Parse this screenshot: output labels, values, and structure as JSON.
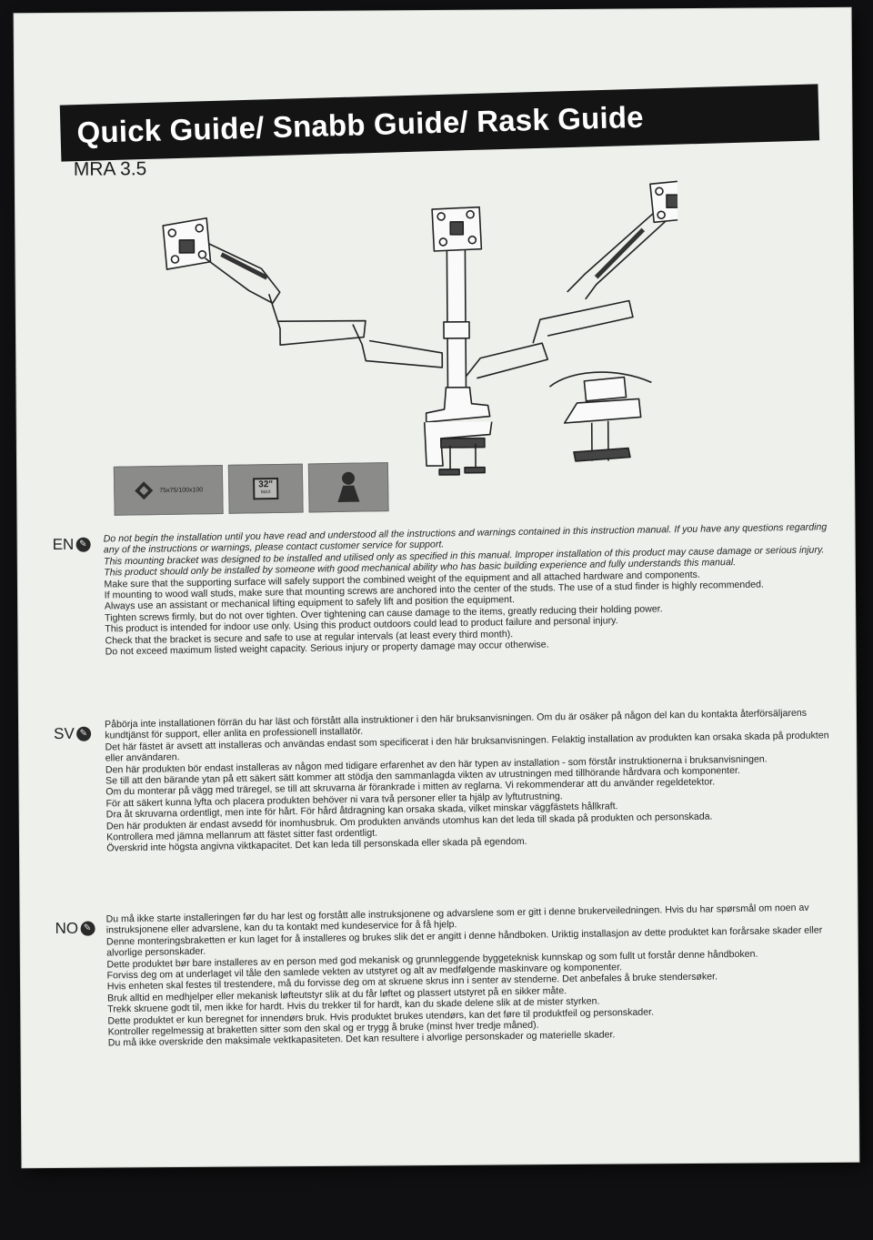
{
  "document": {
    "title": "Quick Guide/ Snabb Guide/ Rask Guide",
    "model": "MRA 3.5"
  },
  "specs": {
    "vesa": "75x75/100x100",
    "screen_size": "32\"",
    "screen_size_note": "MAX"
  },
  "sections": {
    "en": {
      "code": "EN",
      "lines": [
        "Do not begin the installation until you have read and understood all the instructions and warnings contained in this instruction manual. If you have any questions regarding any of the instructions or warnings, please contact customer service for support.",
        "This mounting bracket was designed to be installed and utilised only as specified in this manual. Improper installation of this product may cause damage or serious injury.",
        "This product should only be installed by someone with good mechanical ability who has basic building experience and fully understands this manual.",
        "Make sure that the supporting surface will safely support the combined weight of the equipment and all attached hardware and components.",
        "If mounting to wood wall studs, make sure that mounting screws are anchored into the center of the studs. The use of a stud finder is highly recommended.",
        "Always use an assistant or mechanical lifting equipment to safely lift and position the equipment.",
        "Tighten screws firmly, but do not over tighten. Over tightening can cause damage to the items, greatly reducing their holding power.",
        "This product is intended for indoor use only. Using this product outdoors could lead to product failure and personal injury.",
        "Check that the bracket is secure and safe to use at regular intervals (at least every third month).",
        "Do not exceed maximum listed weight capacity. Serious injury or property damage may occur otherwise."
      ]
    },
    "sv": {
      "code": "SV",
      "lines": [
        "Påbörja inte installationen förrän du har läst och förstått alla instruktioner i den här bruksanvisningen. Om du är osäker på någon del kan du kontakta återförsäljarens kundtjänst för support, eller anlita en professionell installatör.",
        "Det här fästet är avsett att installeras och användas endast som specificerat i den här bruksanvisningen. Felaktig installation av produkten kan orsaka skada på produkten eller användaren.",
        "Den här produkten bör endast installeras av någon med tidigare erfarenhet av den här typen av installation - som förstår instruktionerna i bruksanvisningen.",
        "Se till att den bärande ytan på ett säkert sätt kommer att stödja den sammanlagda vikten av utrustningen med tillhörande hårdvara och komponenter.",
        "Om du monterar på vägg med träregel, se till att skruvarna är förankrade i mitten av reglarna. Vi rekommenderar att du använder regeldetektor.",
        "För att säkert kunna lyfta och placera produkten behöver ni vara två personer eller ta hjälp av lyftutrustning.",
        "Dra åt skruvarna ordentligt, men inte för hårt. För hård åtdragning kan orsaka skada, vilket minskar väggfästets hållkraft.",
        "Den här produkten är endast avsedd för inomhusbruk. Om produkten används utomhus kan det leda till skada på produkten och personskada.",
        "Kontrollera med jämna mellanrum att fästet sitter fast ordentligt.",
        "Överskrid inte högsta angivna viktkapacitet. Det kan leda till personskada eller skada på egendom."
      ]
    },
    "no": {
      "code": "NO",
      "lines": [
        "Du må ikke starte installeringen før du har lest og forstått alle instruksjonene og advarslene som er gitt i denne brukerveiledningen. Hvis du har spørsmål om noen av instruksjonene eller advarslene, kan du ta kontakt med kundeservice for å få hjelp.",
        "Denne monteringsbraketten er kun laget for å installeres og brukes slik det er angitt i denne håndboken. Uriktig installasjon av dette produktet kan forårsake skader eller alvorlige personskader.",
        "Dette produktet bør bare installeres av en person med god mekanisk og grunnleggende byggeteknisk kunnskap og som fullt ut forstår denne håndboken.",
        "Forviss deg om at underlaget vil tåle den samlede vekten av utstyret og alt av medfølgende maskinvare og komponenter.",
        "Hvis enheten skal festes til trestendere, må du forvisse deg om at skruene skrus inn i senter av stenderne. Det anbefales å bruke stendersøker.",
        "Bruk alltid en medhjelper eller mekanisk løfteutstyr slik at du får løftet og plassert utstyret på en sikker måte.",
        "Trekk skruene godt til, men ikke for hardt. Hvis du trekker til for hardt, kan du skade delene slik at de mister styrken.",
        "Dette produktet er kun beregnet for innendørs bruk. Hvis produktet brukes utendørs, kan det føre til produktfeil og personskader.",
        "Kontroller regelmessig at braketten sitter som den skal og er trygg å bruke (minst hver tredje måned).",
        "Du må ikke overskride den maksimale vektkapasiteten. Det kan resultere i alvorlige personskader og materielle skader."
      ]
    }
  }
}
